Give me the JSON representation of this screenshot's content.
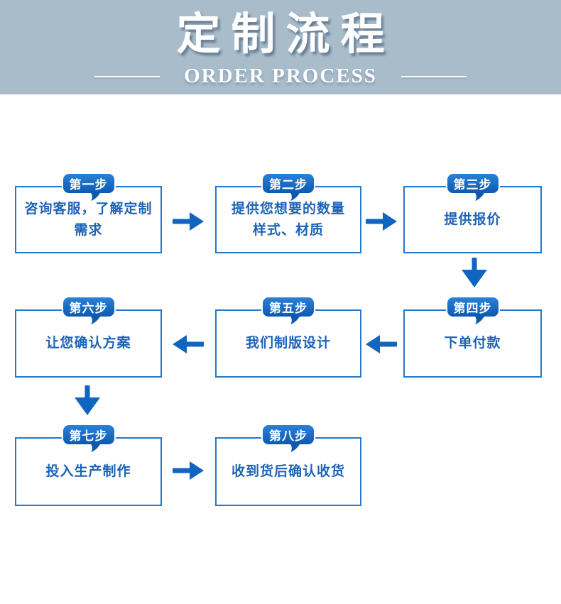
{
  "banner": {
    "title": "定制流程",
    "subtitle": "ORDER PROCESS",
    "background_color": "#a8bcca"
  },
  "colors": {
    "arrow_blue": "#1065c0",
    "box_border_blue": "#2478ce",
    "box_text_blue": "#1c63b7",
    "badge_gradient_top": "#2b80d8",
    "badge_gradient_bottom": "#0e59b0",
    "badge_text": "#ffffff"
  },
  "steps": [
    {
      "badge": "第一步",
      "text": "咨询客服，了解定制\n需求"
    },
    {
      "badge": "第二步",
      "text": "提供您想要的数量\n样式、材质"
    },
    {
      "badge": "第三步",
      "text": "提供报价"
    },
    {
      "badge": "第四步",
      "text": "下单付款"
    },
    {
      "badge": "第五步",
      "text": "我们制版设计"
    },
    {
      "badge": "第六步",
      "text": "让您确认方案"
    },
    {
      "badge": "第七步",
      "text": "投入生产制作"
    },
    {
      "badge": "第八步",
      "text": "收到货后确认收货"
    }
  ],
  "flow_order": [
    "1→2",
    "2→3",
    "3→4",
    "4→5",
    "5→6",
    "6→7",
    "7→8"
  ]
}
